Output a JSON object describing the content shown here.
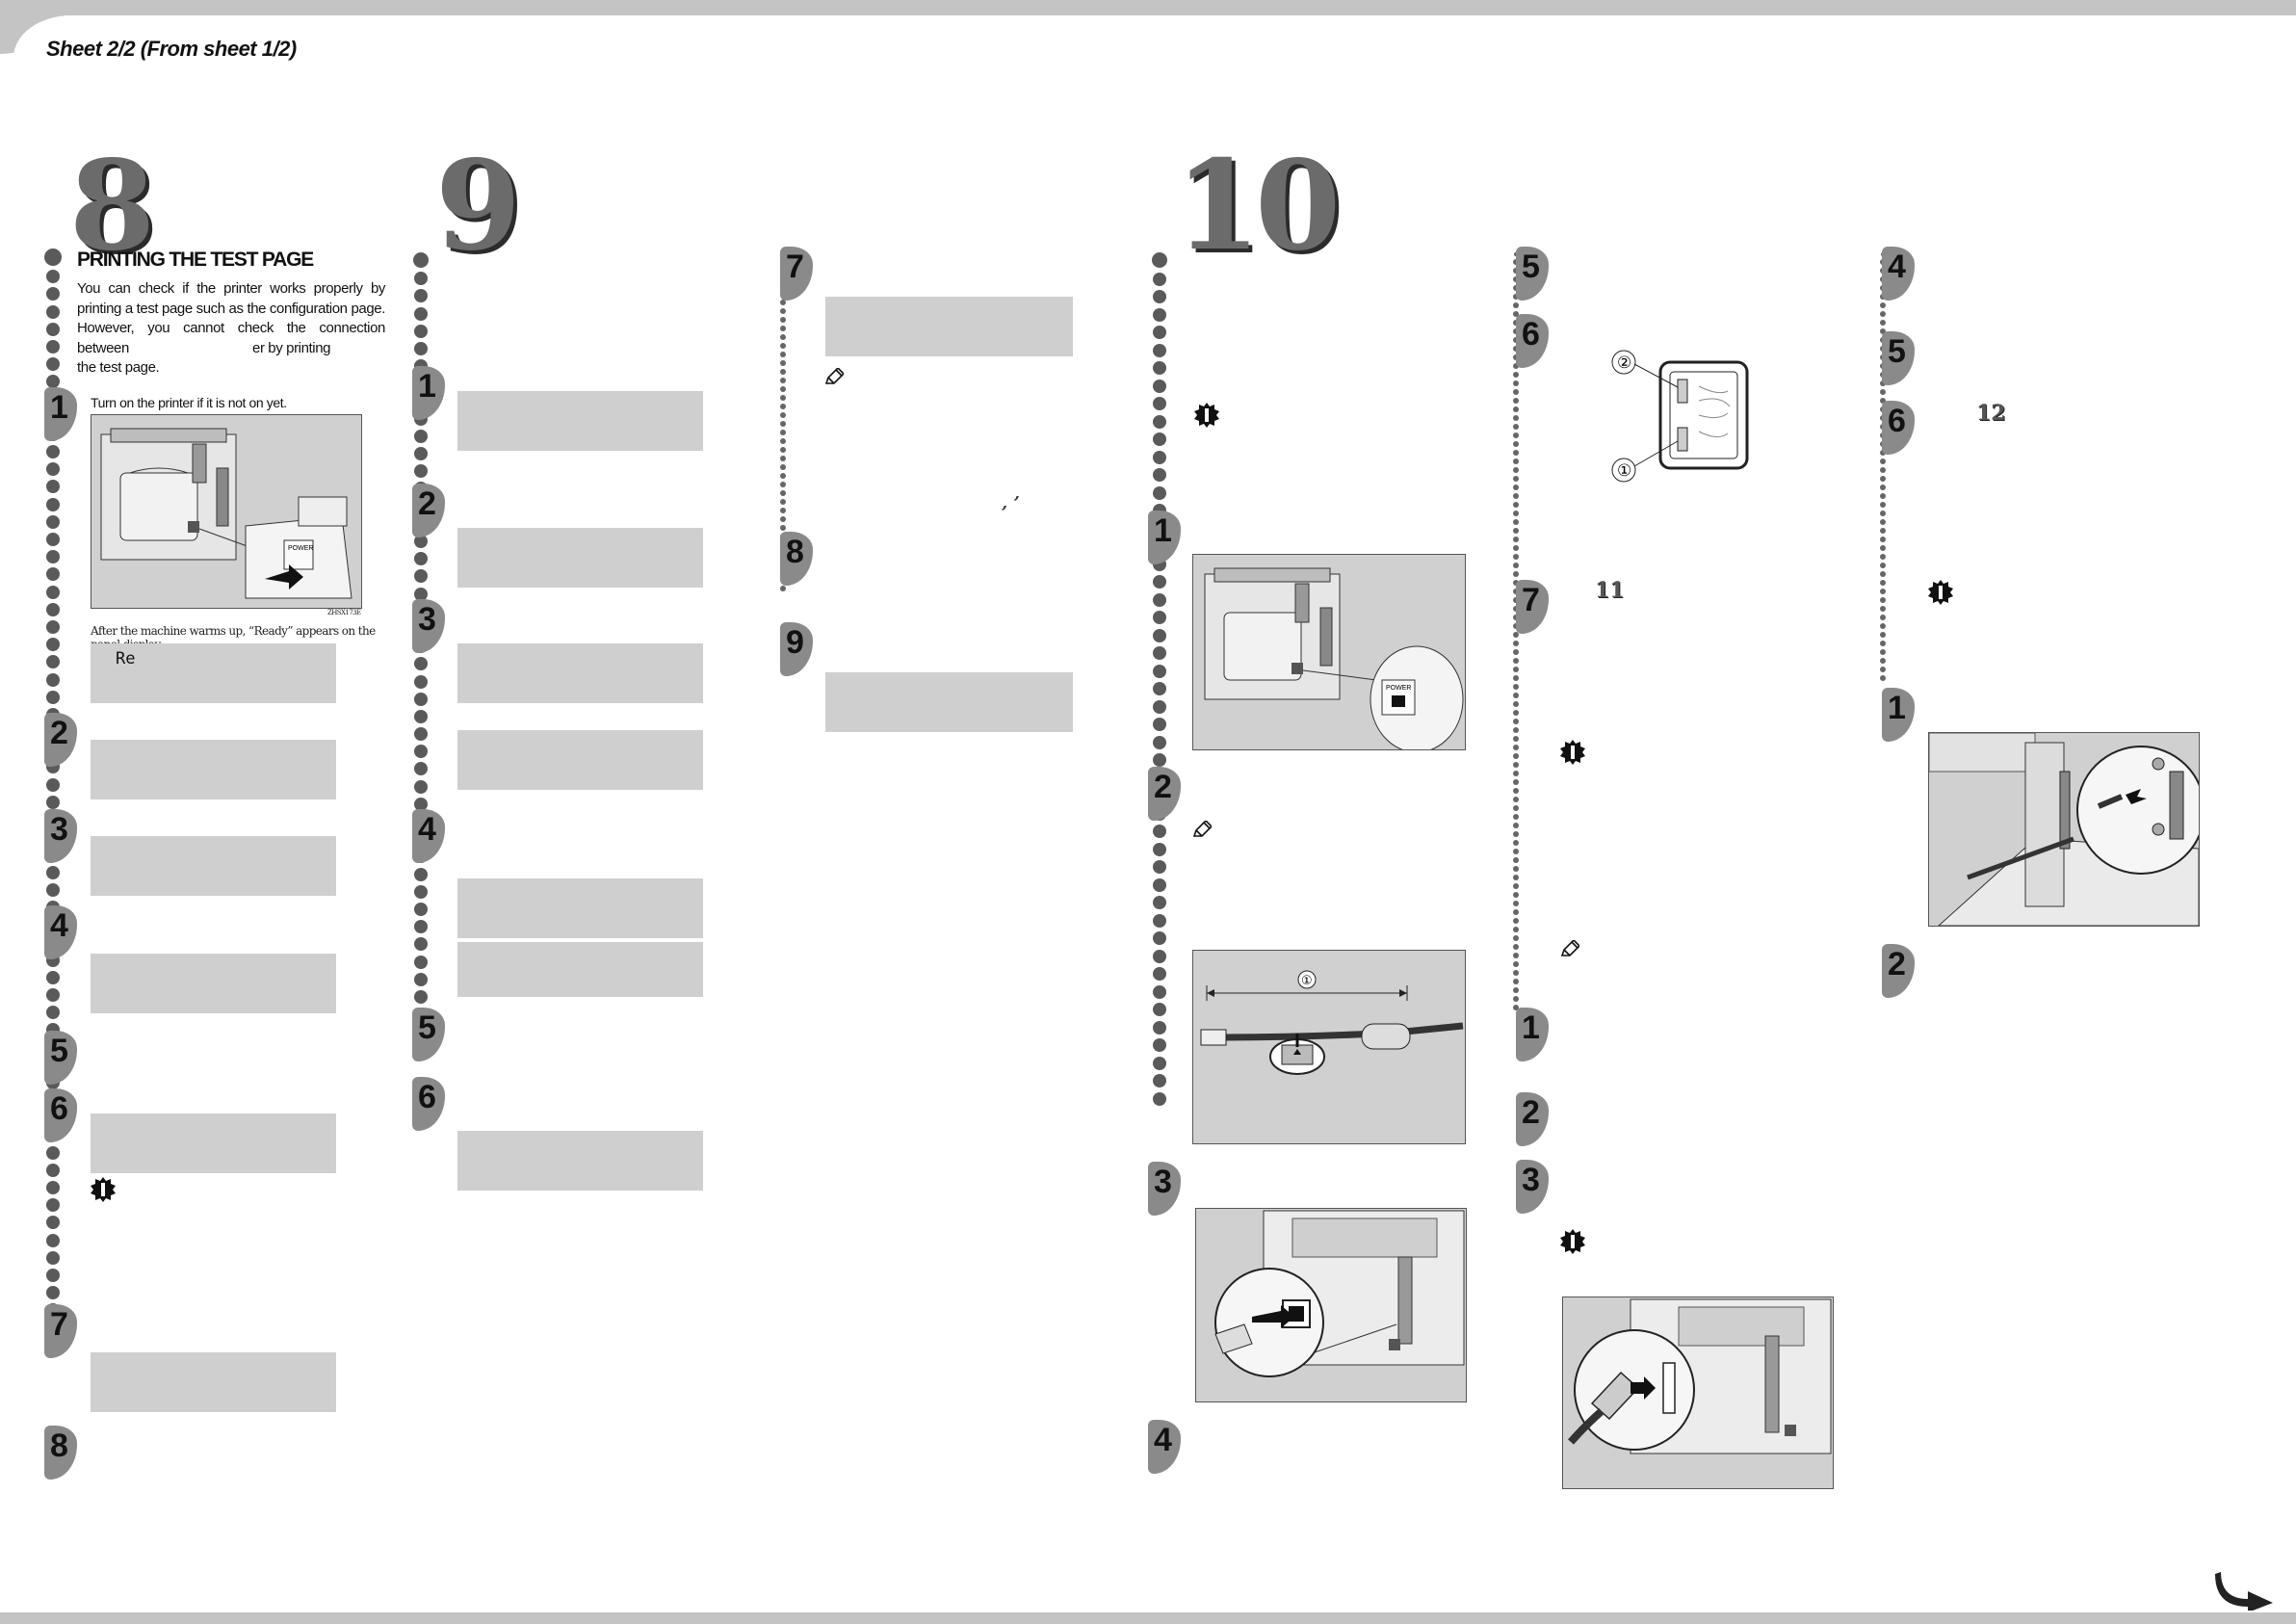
{
  "header": {
    "sheet_label": "Sheet 2/2  (From sheet 1/2)"
  },
  "sections": [
    {
      "number": "8"
    },
    {
      "number": "9"
    },
    {
      "number": "10"
    }
  ],
  "sec8": {
    "title": "PRINTING THE TEST PAGE",
    "intro_lines": [
      "You can check if the printer works properly by",
      "printing a test page such as the configuration page.",
      "However, you cannot check the connection",
      "between                                  er by printing",
      "the test page."
    ],
    "step1_text": "Turn on the printer if it is not on yet.",
    "figure_code": "ZHSX173E",
    "power_label": "POWER",
    "caption": "After the machine warms up, “Ready” appears on the panel display.",
    "box_text": "Re",
    "steps": [
      "1",
      "2",
      "3",
      "4",
      "5",
      "6",
      "7",
      "8"
    ]
  },
  "sec9": {
    "steps": [
      "1",
      "2",
      "3",
      "4",
      "5",
      "6"
    ]
  },
  "col3": {
    "steps": [
      "7",
      "8",
      "9"
    ],
    "glyphs": "‚ ’"
  },
  "sec10a": {
    "steps": [
      "1",
      "2",
      "3",
      "4"
    ],
    "cable_label": "①",
    "power_label": "POWER"
  },
  "sec10b": {
    "steps": [
      "5",
      "6",
      "7",
      "1",
      "2",
      "3"
    ],
    "ref_number": "11",
    "port_labels": [
      "②",
      "①"
    ]
  },
  "sec10c": {
    "steps": [
      "4",
      "5",
      "6",
      "1",
      "2"
    ],
    "ref_number": "12"
  },
  "icons": [
    "important-icon",
    "note-pencil-icon",
    "next-page-arrow-icon"
  ]
}
